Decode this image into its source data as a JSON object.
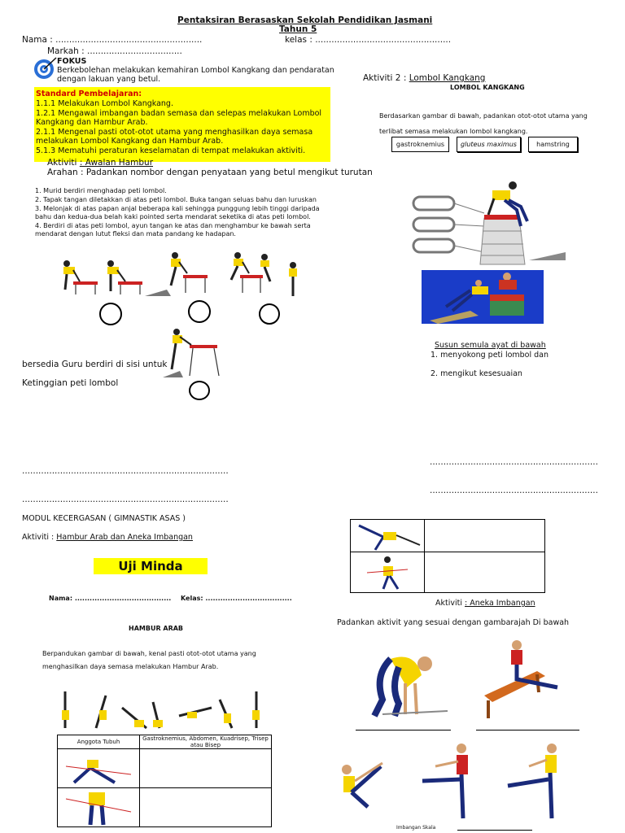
{
  "header": {
    "title": "Pentaksiran Berasaskan Sekolah Pendidikan Jasmani",
    "subtitle": "Tahun 5",
    "nama_label": "Nama : ......................................................",
    "kelas_label": "kelas : ..................................................",
    "markah_label": "Markah : ..................................."
  },
  "fokus": {
    "heading": "FOKUS",
    "text": "Berkebolehan melakukan kemahiran Lombol Kangkang dan pendaratan dengan lakuan yang betul."
  },
  "standard": {
    "heading": "Standard Pembelajaran:",
    "items": [
      "1.1.1 Melakukan Lombol Kangkang.",
      "1.2.1 Mengawal imbangan badan semasa dan selepas melakukan Lombol Kangkang dan Hambur Arab.",
      "2.1.1 Mengenal pasti otot-otot utama yang menghasilkan daya semasa melakukan Lombol Kangkang dan Hambur Arab.",
      "5.1.3 Mematuhi peraturan keselamatan di tempat melakukan aktiviti."
    ]
  },
  "aktiviti1": {
    "label": "Aktiviti",
    "title": ": Awalan Hambur",
    "arahan": "Arahan : Padankan nombor dengan penyataan yang betul mengikut turutan",
    "steps": [
      "1.  Murid berdiri menghadap peti lombol.",
      "2.  Tapak tangan diletakkan di atas peti lombol. Buka tangan seluas bahu dan luruskan",
      "3.  Melonjak di atas papan anjal beberapa kali sehingga punggung lebih tinggi daripada bahu dan kedua-dua belah kaki pointed serta mendarat seketika di atas peti lombol.",
      "4.  Berdiri di atas peti lombol, ayun tangan ke atas dan menghambur ke bawah serta mendarat dengan lutut fleksi dan mata pandang ke hadapan."
    ],
    "left_text_1": "bersedia Guru berdiri di sisi untuk",
    "left_text_2": "Ketinggian peti lombol",
    "dots_1": "............................................................................",
    "dots_2": "............................................................................"
  },
  "aktiviti2": {
    "label": "Aktiviti 2 :",
    "title": "Lombol Kangkang",
    "heading": "LOMBOL KANGKANG",
    "instruction": "Berdasarkan gambar di bawah, padankan otot-otot utama yang terlibat semasa melakukan lombol kangkang.",
    "muscles": [
      "gastroknemius",
      "gluteus maximus",
      "hamstring"
    ],
    "susun_title": "Susun semula ayat di bawah",
    "susun_items": [
      "1. menyokong peti lombol dan",
      "2. mengikut kesesuaian"
    ],
    "dots_1": "..............................................................",
    "dots_2": ".............................................................."
  },
  "modul": {
    "title": "MODUL KECERGASAN ( GIMNASTIK  ASAS )",
    "aktiviti_label": "Aktiviti :",
    "aktiviti_title": "Hambur Arab dan Aneka Imbangan",
    "uji_minda": "Uji Minda",
    "nama": "Nama: .......................................",
    "kelas": "Kelas: ...................................",
    "hambur_heading": "HAMBUR ARAB",
    "hambur_text": "Berpandukan gambar di bawah, kenal pasti otot-otot utama yang menghasilkan daya semasa melakukan Hambur Arab.",
    "table_head_1": "Anggota Tubuh",
    "table_head_2": "Gastroknemius, Abdomen, Kuadrisep, Trisep atau Bisep"
  },
  "aneka": {
    "label": "Aktiviti",
    "title": ": Aneka Imbangan",
    "instruction": "Padankan aktivit yang sesuai dengan gambarajah Di bawah",
    "imbangan_label": "Imbangan Skala"
  },
  "colors": {
    "highlight": "#ffff00",
    "shirt": "#f5d400",
    "pants": "#1a2a7a",
    "apparatus": "#cc2222"
  }
}
